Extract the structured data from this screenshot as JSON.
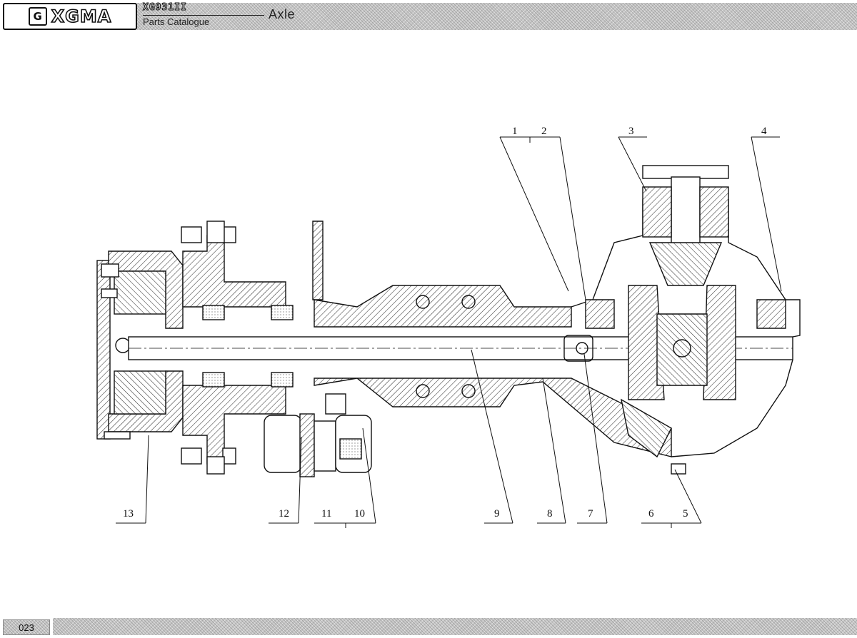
{
  "header": {
    "brand": "XGMA",
    "model": "XG931II",
    "catalogue": "Parts Catalogue",
    "section": "Axle"
  },
  "footer": {
    "page": "023"
  },
  "callouts": [
    {
      "id": "c1",
      "label": "1"
    },
    {
      "id": "c2",
      "label": "2"
    },
    {
      "id": "c3",
      "label": "3"
    },
    {
      "id": "c4",
      "label": "4"
    },
    {
      "id": "c5",
      "label": "5"
    },
    {
      "id": "c6",
      "label": "6"
    },
    {
      "id": "c7",
      "label": "7"
    },
    {
      "id": "c8",
      "label": "8"
    },
    {
      "id": "c9",
      "label": "9"
    },
    {
      "id": "c10",
      "label": "10"
    },
    {
      "id": "c11",
      "label": "11"
    },
    {
      "id": "c12",
      "label": "12"
    },
    {
      "id": "c13",
      "label": "13"
    }
  ]
}
